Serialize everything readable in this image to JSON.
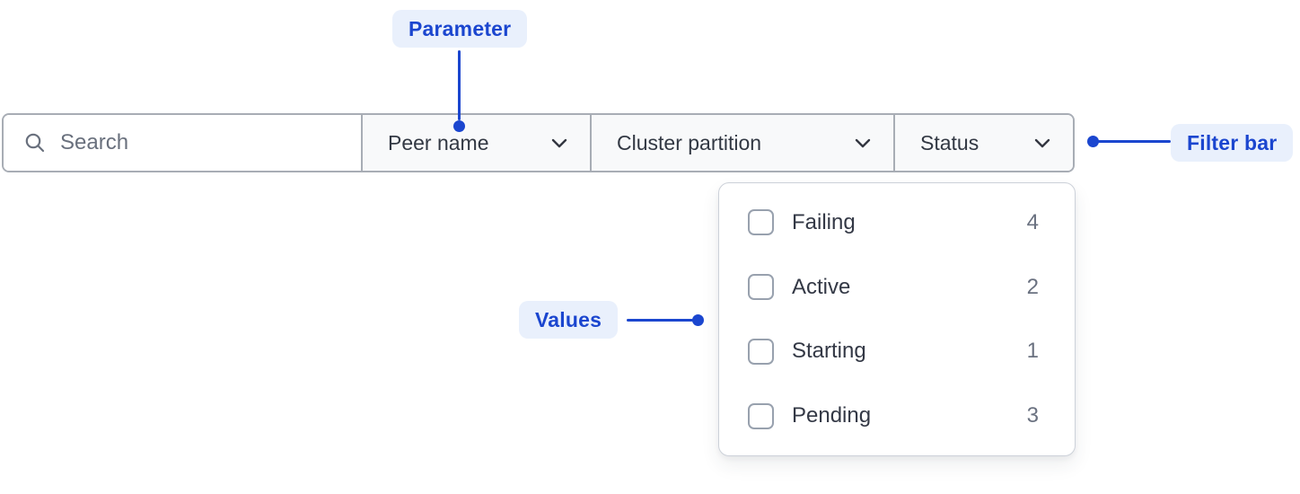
{
  "annotations": {
    "parameter_label": "Parameter",
    "filter_bar_label": "Filter bar",
    "values_label": "Values"
  },
  "filter_bar": {
    "search_placeholder": "Search",
    "search_value": "",
    "dropdowns": [
      {
        "label": "Peer name",
        "open": false
      },
      {
        "label": "Cluster partition",
        "open": false
      },
      {
        "label": "Status",
        "open": true
      }
    ]
  },
  "status_dropdown": {
    "options": [
      {
        "label": "Failing",
        "count": "4",
        "checked": false
      },
      {
        "label": "Active",
        "count": "2",
        "checked": false
      },
      {
        "label": "Starting",
        "count": "1",
        "checked": false
      },
      {
        "label": "Pending",
        "count": "3",
        "checked": false
      }
    ]
  },
  "colors": {
    "annotation_blue": "#1b46cf",
    "annotation_badge_bg": "#e9f0fc",
    "text_dark": "#343741",
    "text_muted": "#69707d",
    "filter_bar_border": "#a8adb5",
    "dropdown_section_bg": "#f8f9fa",
    "checkbox_border": "#98a1ae",
    "popover_border": "#ccd1d9"
  }
}
